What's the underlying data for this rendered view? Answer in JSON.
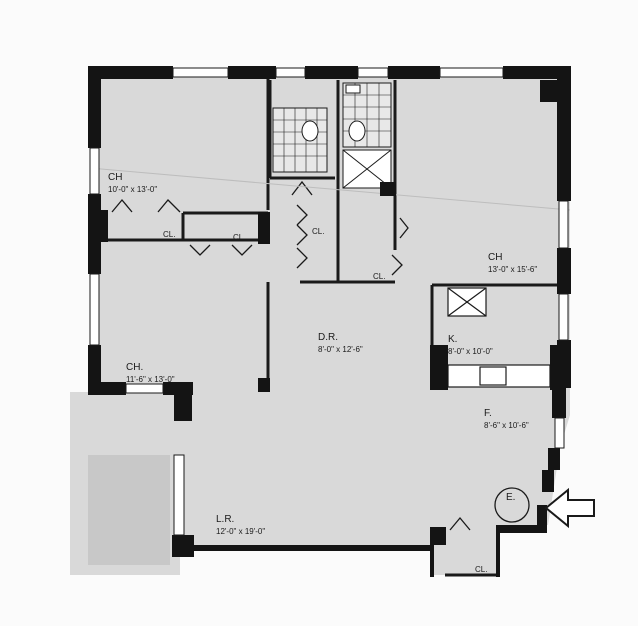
{
  "plan": {
    "rooms": [
      {
        "name": "CH",
        "size": "10'-0\" x 13'-0\""
      },
      {
        "name": "CH",
        "size": "13'-0\" x 15'-6\""
      },
      {
        "name": "D.R.",
        "size": "8'-0\" x 12'-6\""
      },
      {
        "name": "K.",
        "size": "8'-0\" x 10'-0\""
      },
      {
        "name": "CH.",
        "size": "11'-6\" x 13'-0\""
      },
      {
        "name": "F.",
        "size": "8'-6\" x 10'-6\""
      },
      {
        "name": "L.R.",
        "size": "12'-0\" x 19'-0\""
      }
    ],
    "closets": [
      "CL.",
      "CL.",
      "CL.",
      "CL.",
      "CL."
    ],
    "entry_label": "E."
  },
  "colors": {
    "floor": "#d8d8d8",
    "wall": "#141414",
    "paper": "#fbfbfb"
  }
}
